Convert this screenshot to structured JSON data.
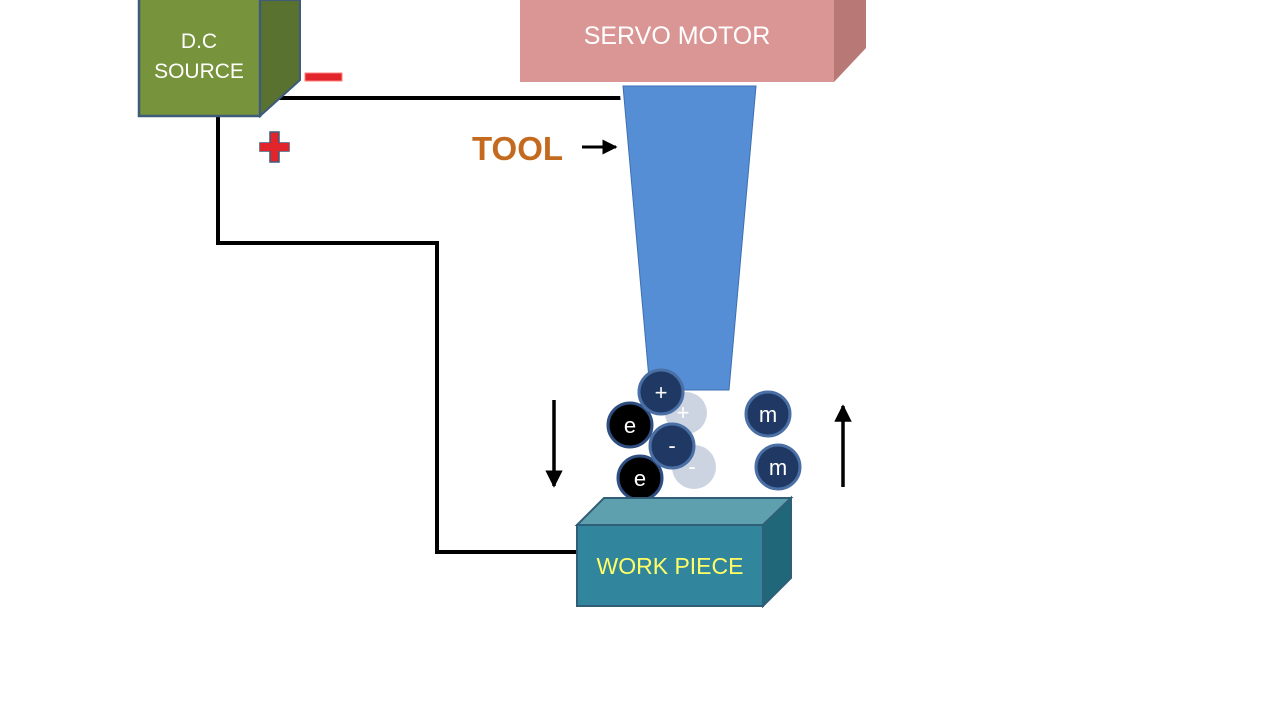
{
  "labels": {
    "dc_line1": "D.C",
    "dc_line2": "SOURCE",
    "servo": "SERVO MOTOR",
    "tool": "TOOL",
    "workpiece": "WORK PIECE"
  },
  "particles": {
    "plus_solid": "+",
    "plus_faded": "+",
    "minus_solid": "-",
    "minus_faded": "-",
    "e1": "e",
    "e2": "e",
    "m1": "m",
    "m2": "m"
  },
  "colors": {
    "dc_source": "#77933C",
    "servo_motor": "#D99694",
    "tool": "#558ED5",
    "workpiece": "#31859C",
    "workpiece_text": "#FFFF66",
    "tool_label": "#C46A1E",
    "polarity": "#E2252B",
    "ion": "#1F3864",
    "electron": "#000000"
  },
  "icons": {
    "negative_terminal": "minus-sign-icon",
    "positive_terminal": "plus-sign-icon",
    "tool_pointer": "arrow-right-icon",
    "tool_feed": "arrow-down-icon",
    "debris_flow": "arrow-up-icon"
  }
}
